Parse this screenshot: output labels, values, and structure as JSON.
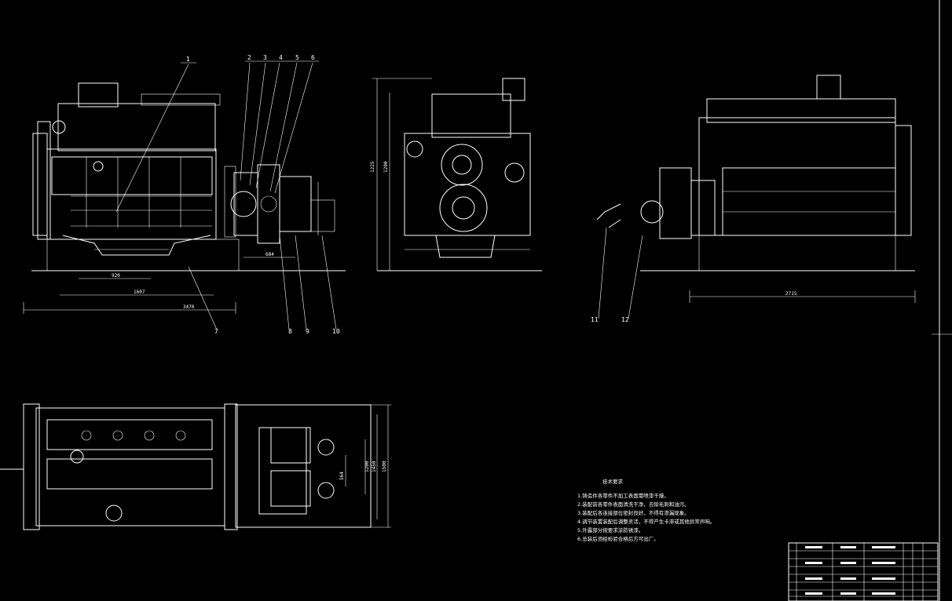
{
  "part_numbers": [
    "1",
    "2",
    "3",
    "4",
    "5",
    "6",
    "7",
    "8",
    "9",
    "10",
    "11",
    "12"
  ],
  "dimensions": {
    "overall_length": "3470",
    "base_length": "1607",
    "base_short": "920",
    "base_right": "684",
    "front_height": "1225",
    "front_inner": "1200",
    "side_length": "2715",
    "plan_a": "1200",
    "plan_b": "1450",
    "plan_c": "1500",
    "plan_d": "564"
  },
  "tech_requirements": {
    "title": "技术要求",
    "items": [
      "1.铸造件各零件不加工表面需喷漆干燥。",
      "2.装配前各零件表面清洗干净，去除毛刺和油污。",
      "3.装配后各连接部位密封良好，不得有渗漏现象。",
      "4.调节装置装配后调整灵活，不得产生卡滞或其他异常声响。",
      "5.外露部分按要求涂防锈漆。",
      "6.总装后须经检验合格后方可出厂。"
    ]
  }
}
